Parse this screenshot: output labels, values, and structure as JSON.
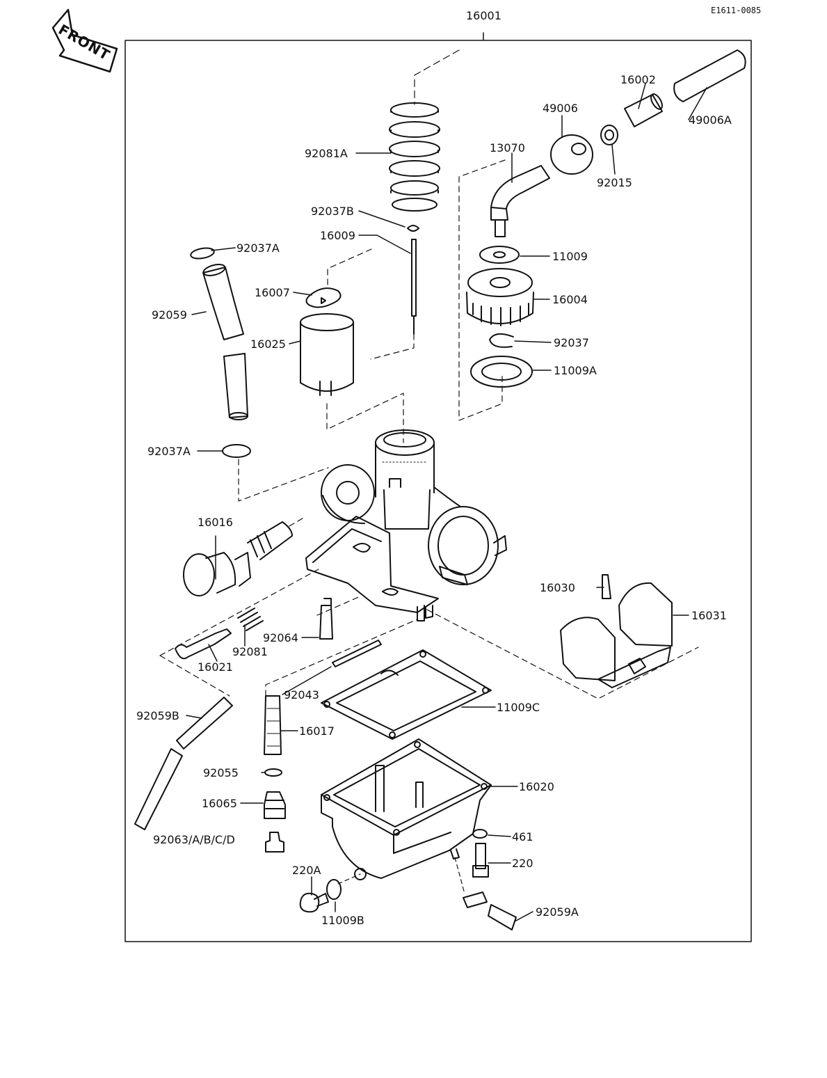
{
  "diagram_code": "E1611-0085",
  "front_label": "FRONT",
  "parts": {
    "p16001": "16001",
    "p16002": "16002",
    "p49006": "49006",
    "p49006A": "49006A",
    "p13070": "13070",
    "p92015": "92015",
    "p92081A": "92081A",
    "p92037B": "92037B",
    "p16009": "16009",
    "p92037A_top": "92037A",
    "p11009": "11009",
    "p16007": "16007",
    "p16004": "16004",
    "p92059": "92059",
    "p16025": "16025",
    "p92037": "92037",
    "p11009A": "11009A",
    "p92037A_low": "92037A",
    "p16016": "16016",
    "p16030": "16030",
    "p16031": "16031",
    "p92064": "92064",
    "p92081": "92081",
    "p16021": "16021",
    "p92043": "92043",
    "p92059B": "92059B",
    "p11009C": "11009C",
    "p16017": "16017",
    "p92055": "92055",
    "p16020": "16020",
    "p16065": "16065",
    "p461": "461",
    "p92063": "92063/A/B/C/D",
    "p220": "220",
    "p220A": "220A",
    "p11009B": "11009B",
    "p92059A": "92059A"
  },
  "colors": {
    "ink": "#111111",
    "paper": "#ffffff",
    "fill": "#e6e6e6"
  }
}
